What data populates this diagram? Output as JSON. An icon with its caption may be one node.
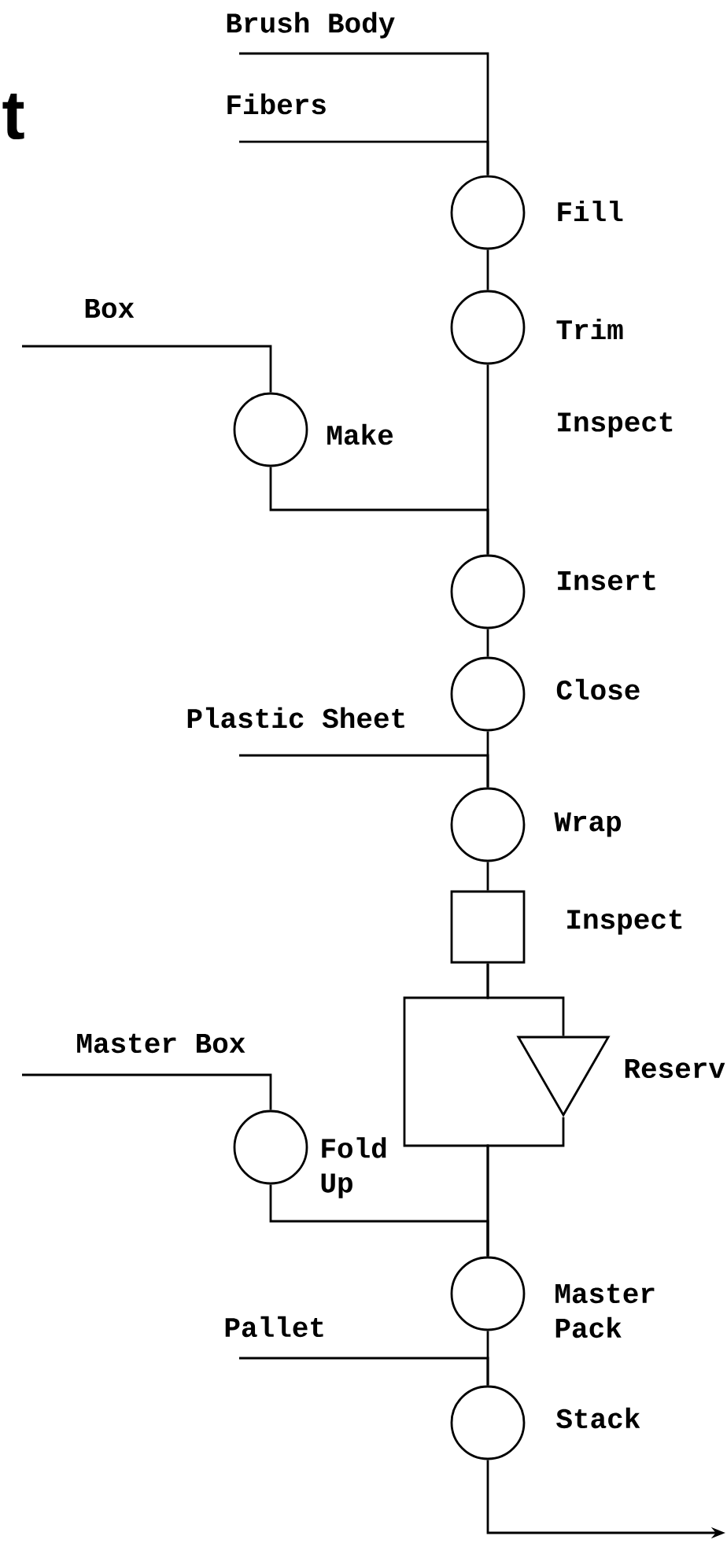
{
  "diagram": {
    "title": "t",
    "nodes": [
      {
        "text": [],
        "shape": "circle",
        "beside": [
          "Fill"
        ]
      },
      {
        "text": [],
        "shape": "circle",
        "beside": [
          "Trim"
        ]
      },
      {
        "text": [],
        "shape": "circle",
        "beside": [
          "Make"
        ]
      },
      {
        "text": [],
        "shape": "circle",
        "beside": [
          "Insert"
        ]
      },
      {
        "text": [],
        "shape": "circle",
        "beside": [
          "Close"
        ]
      },
      {
        "text": [],
        "shape": "circle",
        "beside": [
          "Wrap"
        ]
      },
      {
        "text": [],
        "shape": "box",
        "beside": [
          "Inspect"
        ]
      },
      {
        "text": [],
        "shape": "triangle",
        "beside": [
          "Reserv"
        ]
      },
      {
        "text": [],
        "shape": "circle",
        "beside": [
          "Fold Up"
        ]
      },
      {
        "text": [],
        "shape": "circle",
        "beside": [
          "Master Pack"
        ]
      },
      {
        "text": [],
        "shape": "circle",
        "beside": [
          "Stack"
        ]
      }
    ],
    "edges": [
      {
        "from": null,
        "to": 0,
        "arrow": "none",
        "label": "Brush Body"
      },
      {
        "from": null,
        "to": 0,
        "arrow": "none",
        "label": "Fibers"
      },
      {
        "from": 0,
        "to": 1,
        "arrow": "none"
      },
      {
        "from": null,
        "to": 2,
        "arrow": "none",
        "label": "Box"
      },
      {
        "from": 1,
        "to": 3,
        "arrow": "none"
      },
      {
        "from": 2,
        "to": 3,
        "arrow": "none"
      },
      {
        "from": 3,
        "to": 4,
        "arrow": "none"
      },
      {
        "from": 4,
        "to": 5,
        "arrow": "none"
      },
      {
        "from": null,
        "to": 5,
        "arrow": "none",
        "label": "Plastic Sheet"
      },
      {
        "from": 5,
        "to": 6,
        "arrow": "none"
      },
      {
        "from": 6,
        "to": 7,
        "arrow": "none"
      },
      {
        "from": 6,
        "to": 9,
        "arrow": "none"
      },
      {
        "from": 7,
        "to": 9,
        "arrow": "none"
      },
      {
        "from": null,
        "to": 8,
        "arrow": "none",
        "label": "Master Box"
      },
      {
        "from": 8,
        "to": 9,
        "arrow": "none"
      },
      {
        "from": 9,
        "to": 10,
        "arrow": "none"
      },
      {
        "from": null,
        "to": 10,
        "arrow": "none",
        "label": "Pallet"
      },
      {
        "from": 10,
        "to": null,
        "arrow": "to"
      }
    ],
    "labels": [
      "Inspect"
    ]
  }
}
